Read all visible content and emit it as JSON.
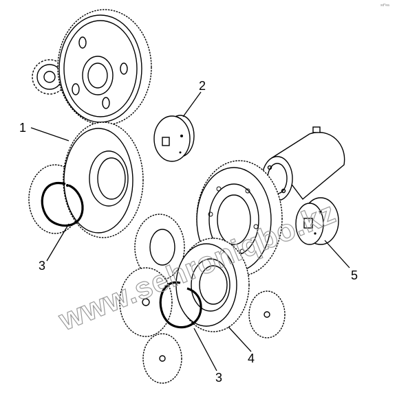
{
  "callouts": [
    {
      "id": "1",
      "label": "1"
    },
    {
      "id": "2",
      "label": "2"
    },
    {
      "id": "3a",
      "label": "3"
    },
    {
      "id": "3b",
      "label": "3"
    },
    {
      "id": "4",
      "label": "4"
    },
    {
      "id": "5",
      "label": "5"
    }
  ],
  "watermark": "www.sehroniqbo.kz",
  "corner_mark": "sd*ea"
}
